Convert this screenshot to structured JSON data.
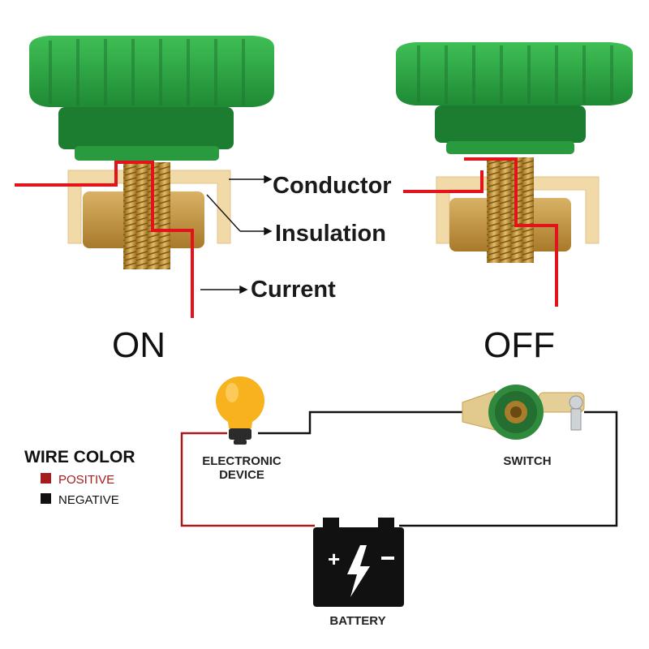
{
  "states": {
    "on": "ON",
    "off": "OFF"
  },
  "callouts": {
    "conductor": "Conductor",
    "insulation": "Insulation",
    "current": "Current"
  },
  "circuit": {
    "device_label_line1": "ELECTRONIC",
    "device_label_line2": "DEVICE",
    "switch_label": "SWITCH",
    "battery_label": "BATTERY"
  },
  "legend": {
    "title": "WIRE COLOR",
    "positive": "POSITIVE",
    "negative": "NEGATIVE",
    "positive_color": "#a61c1c",
    "negative_color": "#111111"
  },
  "colors": {
    "knob_green": "#2ea043",
    "knob_dark": "#1f6b2c",
    "brass": "#c9a04a",
    "insulator": "#f3ddb0",
    "current_red": "#e3131b",
    "bulb_yellow": "#f7b21e"
  },
  "icons": [
    "lightbulb-icon",
    "battery-icon",
    "lightning-icon",
    "switch-icon"
  ]
}
